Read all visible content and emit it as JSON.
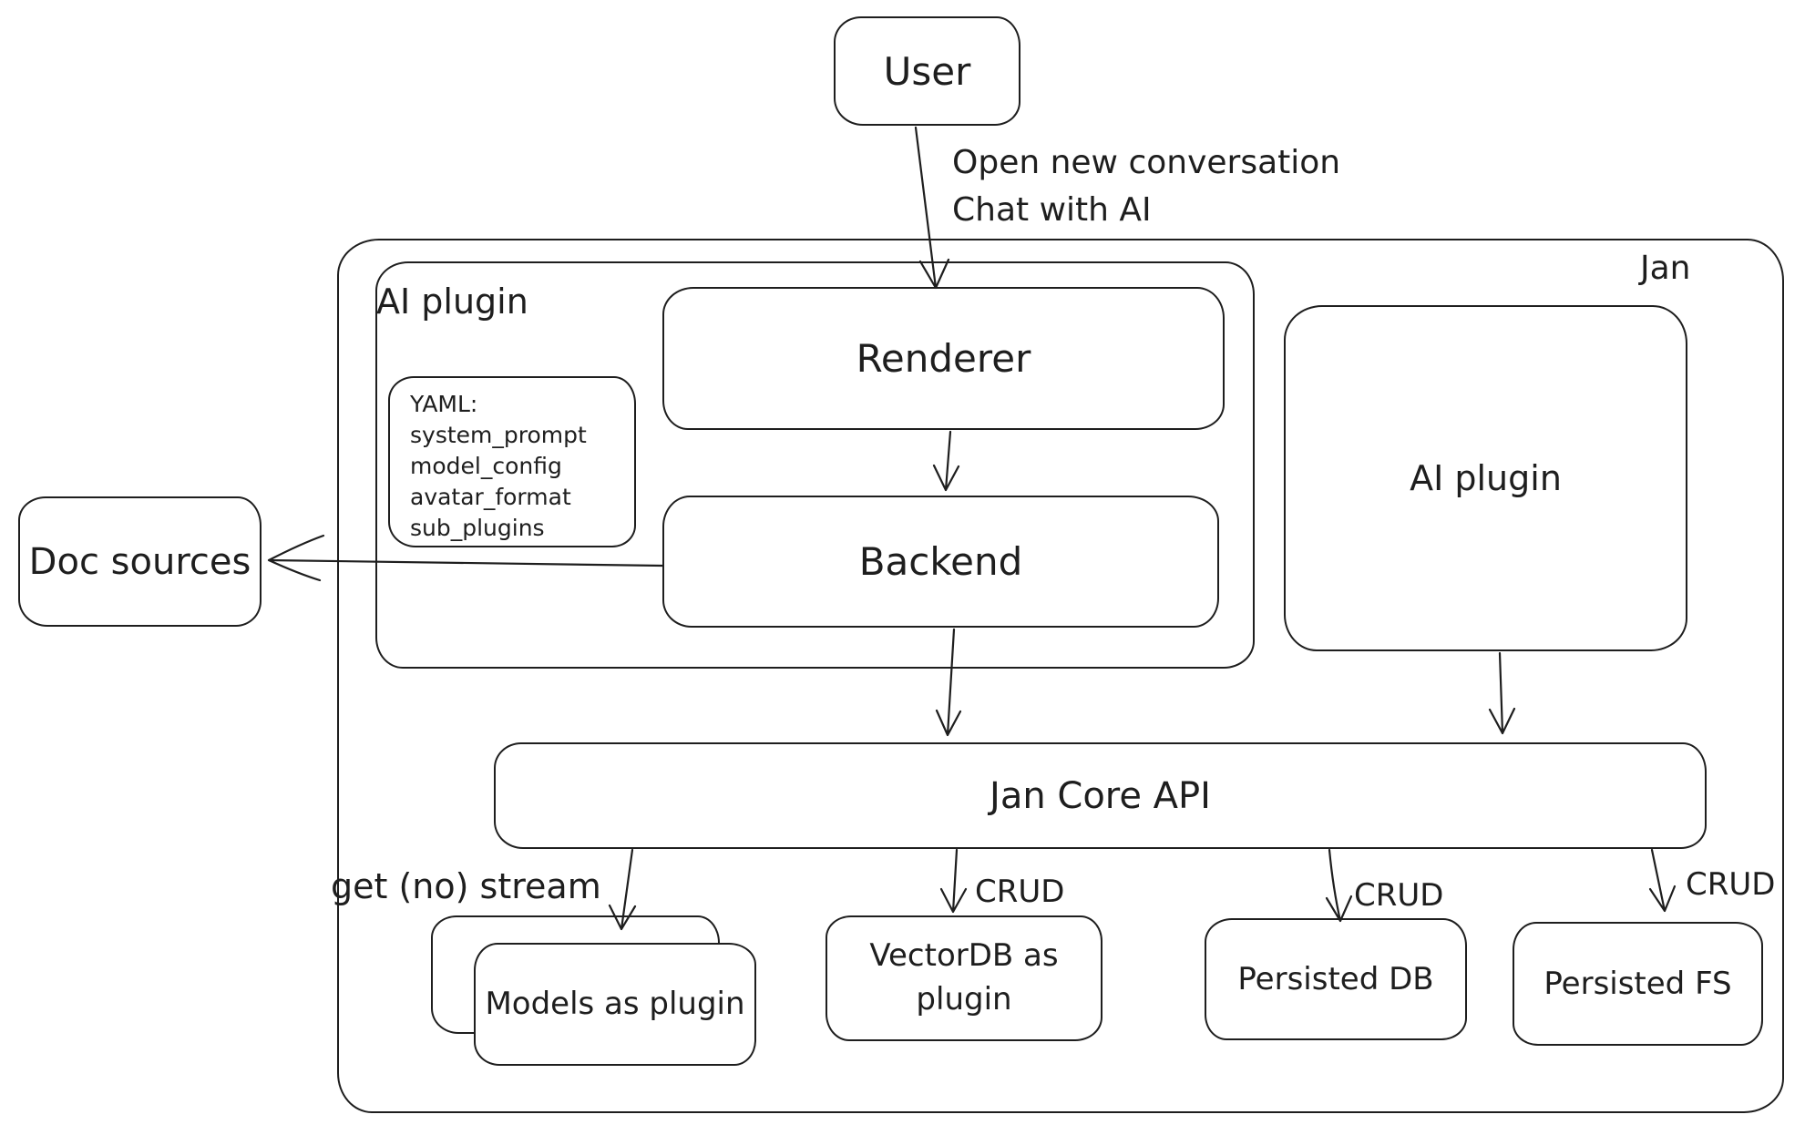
{
  "nodes": {
    "user": "User",
    "jan": "Jan",
    "ai_plugin_container": "AI plugin",
    "ai_plugin_right": "AI plugin",
    "renderer": "Renderer",
    "backend": "Backend",
    "doc_sources": "Doc sources",
    "core_api": "Jan Core API",
    "models_plugin": "Models as plugin",
    "vectordb_plugin": "VectorDB as plugin",
    "persisted_db": "Persisted DB",
    "persisted_fs": "Persisted FS"
  },
  "yaml_note": {
    "lines": [
      "YAML:",
      "system_prompt",
      "model_config",
      "avatar_format",
      "sub_plugins"
    ]
  },
  "edge_labels": {
    "user_to_renderer_line1": "Open new conversation",
    "user_to_renderer_line2": "Chat with AI",
    "stream": "get (no) stream",
    "crud_vectordb": "CRUD",
    "crud_persisted_db": "CRUD",
    "crud_persisted_fs": "CRUD"
  },
  "colors": {
    "stroke": "#1e1e1e",
    "background": "#ffffff"
  }
}
